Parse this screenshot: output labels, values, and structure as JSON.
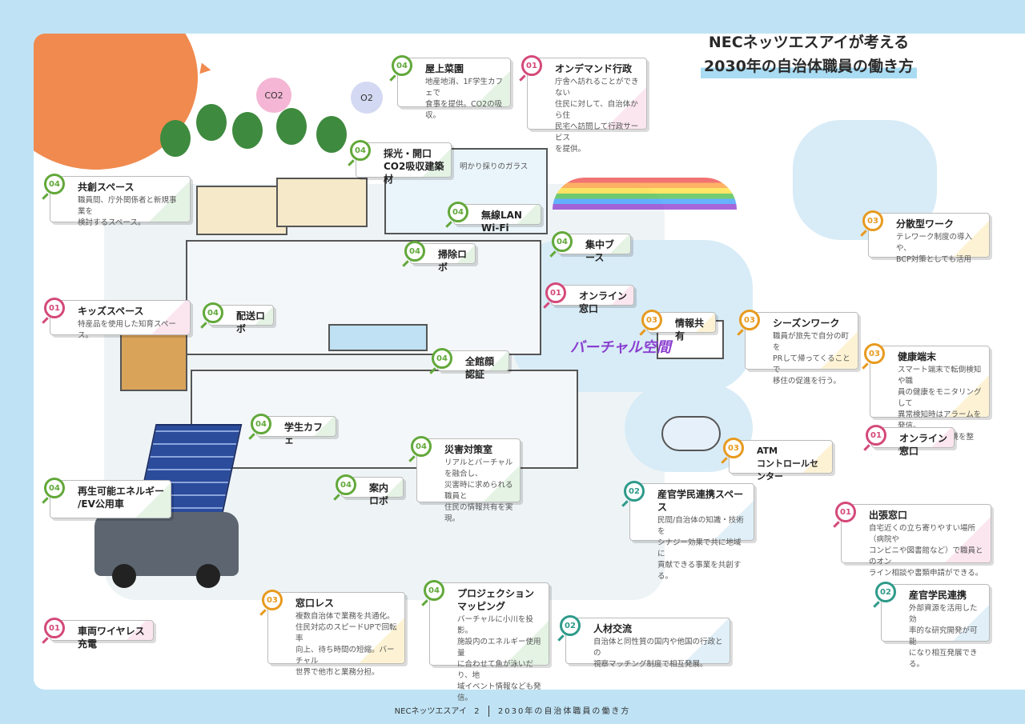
{
  "title": {
    "line1": "NECネッツエスアイが考える",
    "line2": "2030年の自治体職員の働き方"
  },
  "scene_labels": {
    "co2": "CO2",
    "o2": "O2",
    "glass": "明かり採りのガラス",
    "virtual_space": "バーチャル空間"
  },
  "callouts": [
    {
      "num": "04",
      "title": "屋上菜園",
      "desc": "地産地消、1F学生カフェで\n食事を提供。CO2の吸収。"
    },
    {
      "num": "01",
      "title": "オンデマンド行政",
      "desc": "庁舎へ訪れることができない\n住民に対して、自治体から住\n民宅へ訪問して行政サービス\nを提供。"
    },
    {
      "num": "04",
      "title": "採光・開口\nCO2吸収建築材",
      "desc": ""
    },
    {
      "num": "04",
      "title": "共創スペース",
      "desc": "職員間、庁外関係者と新規事業を\n検討するスペース。"
    },
    {
      "num": "04",
      "title": "無線LAN Wi-Fi",
      "desc": ""
    },
    {
      "num": "03",
      "title": "分散型ワーク",
      "desc": "テレワーク制度の導入や、\nBCP対策としても活用"
    },
    {
      "num": "04",
      "title": "集中ブース",
      "desc": ""
    },
    {
      "num": "04",
      "title": "掃除ロボ",
      "desc": ""
    },
    {
      "num": "01",
      "title": "オンライン窓口",
      "desc": ""
    },
    {
      "num": "01",
      "title": "キッズスペース",
      "desc": "特産品を使用した知育スペース。"
    },
    {
      "num": "04",
      "title": "配送ロボ",
      "desc": ""
    },
    {
      "num": "03",
      "title": "情報共有",
      "desc": ""
    },
    {
      "num": "03",
      "title": "シーズンワーク",
      "desc": "職員が旅先で自分の町を\nPRして帰ってくることで\n移住の促進を行う。"
    },
    {
      "num": "04",
      "title": "全館顔認証",
      "desc": ""
    },
    {
      "num": "03",
      "title": "健康端末",
      "desc": "スマート端末で転倒検知や職\n員の健康をモニタリングして\n異常検知時はアラームを発信。\n健康に働ける環境を整備。"
    },
    {
      "num": "04",
      "title": "学生カフェ",
      "desc": ""
    },
    {
      "num": "01",
      "title": "オンライン窓口",
      "desc": ""
    },
    {
      "num": "04",
      "title": "災害対策室",
      "desc": "リアルとバーチャルを融合し、\n災害時に求められる職員と\n住民の情報共有を実現。"
    },
    {
      "num": "03",
      "title": "ATM\nコントロールセンター",
      "desc": ""
    },
    {
      "num": "04",
      "title": "再生可能エネルギー\n/EV公用車",
      "desc": ""
    },
    {
      "num": "04",
      "title": "案内ロボ",
      "desc": ""
    },
    {
      "num": "02",
      "title": "産官学民連携スペース",
      "desc": "民間/自治体の知識・技術を\nシナジー効果で共に地域に\n貢献できる事業を共創する。"
    },
    {
      "num": "01",
      "title": "出張窓口",
      "desc": "自宅近くの立ち寄りやすい場所（病院や\nコンビニや図書館など）で職員とのオン\nライン相談や書類申請ができる。"
    },
    {
      "num": "03",
      "title": "窓口レス",
      "desc": "複数自治体で業務を共通化。\n住民対応のスピードUPで回転率\n向上、待ち時間の短縮。バーチャル\n世界で他市と業務分担。"
    },
    {
      "num": "04",
      "title": "プロジェクション\nマッピング",
      "desc": "バーチャルに小川を投影。\n施設内のエネルギー使用量\nに合わせて魚が泳いだり、地\n域イベント情報なども発信。"
    },
    {
      "num": "02",
      "title": "人材交流",
      "desc": "自治体と同性質の国内や他国の行政との\n視察マッチング制度で相互発展。"
    },
    {
      "num": "02",
      "title": "産官学民連携",
      "desc": "外部資源を活用した効\n率的な研究開発が可能\nになり相互発展できる。"
    },
    {
      "num": "01",
      "title": "車両ワイヤレス充電",
      "desc": ""
    }
  ],
  "footer": {
    "brand": "NECネッツエスアイ",
    "page": "2",
    "subtitle": "2030年の自治体職員の働き方"
  }
}
